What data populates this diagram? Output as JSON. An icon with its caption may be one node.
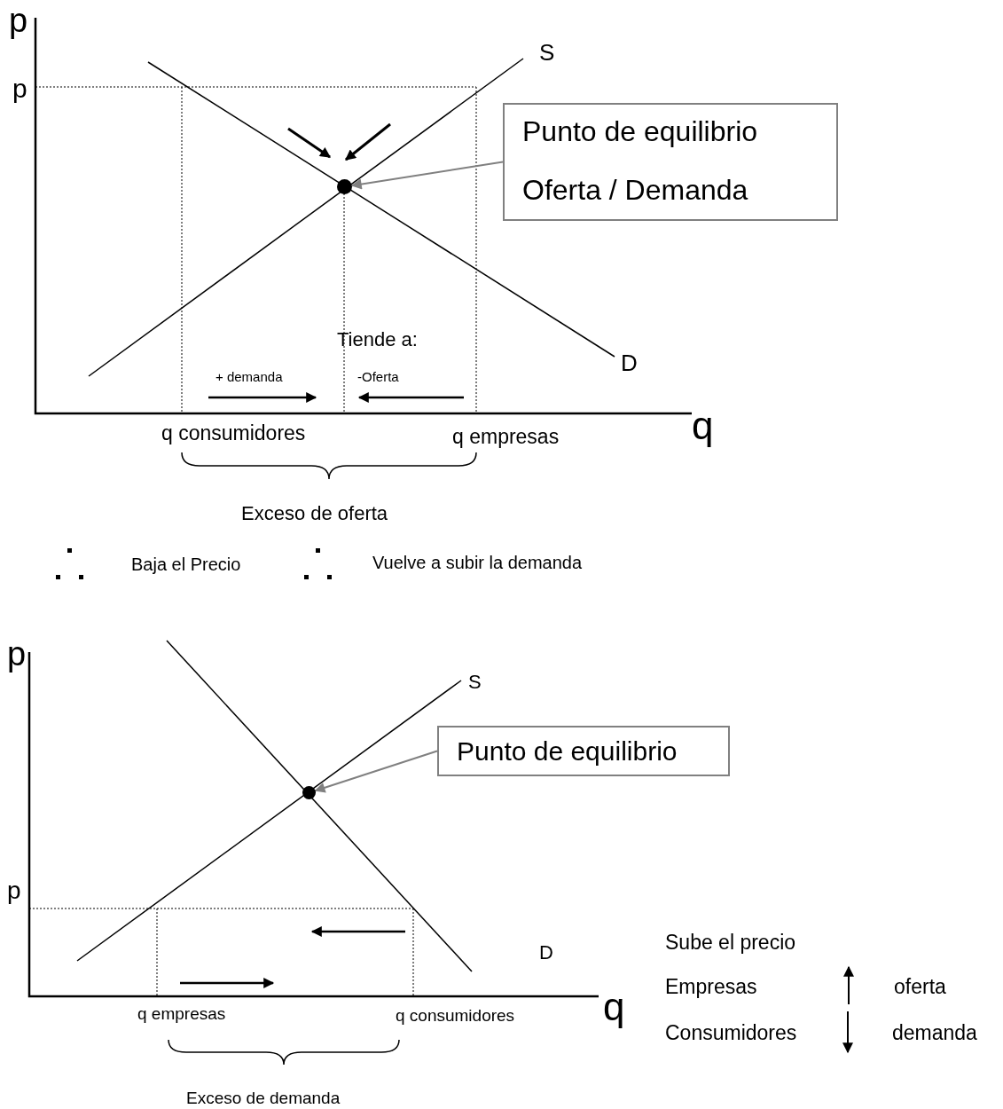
{
  "diagram": {
    "nodes": [
      {
        "text": [
          "Punto de equilibrio",
          "Oferta / Demanda"
        ]
      },
      {
        "text": [],
        "shape": "circle"
      },
      {
        "text": [
          "Punto de equilibrio"
        ]
      },
      {
        "text": [],
        "shape": "circle"
      }
    ],
    "edges": [
      {
        "from": 0,
        "to": 1,
        "arrow": "to"
      },
      {
        "from": 2,
        "to": 3,
        "arrow": "to"
      }
    ],
    "labels": [
      "p",
      "p",
      "S",
      "Tiende a:",
      "D",
      "+ demanda",
      "-Oferta",
      "q",
      "q consumidores",
      "q empresas",
      "Exceso de oferta",
      "Baja el Precio",
      "Vuelve a subir la demanda",
      "p",
      "S",
      "p",
      "D",
      "Sube el precio",
      "q",
      "Empresas",
      "oferta",
      "q empresas",
      "q consumidores",
      "Consumidores",
      "demanda",
      "Exceso de demanda"
    ]
  }
}
